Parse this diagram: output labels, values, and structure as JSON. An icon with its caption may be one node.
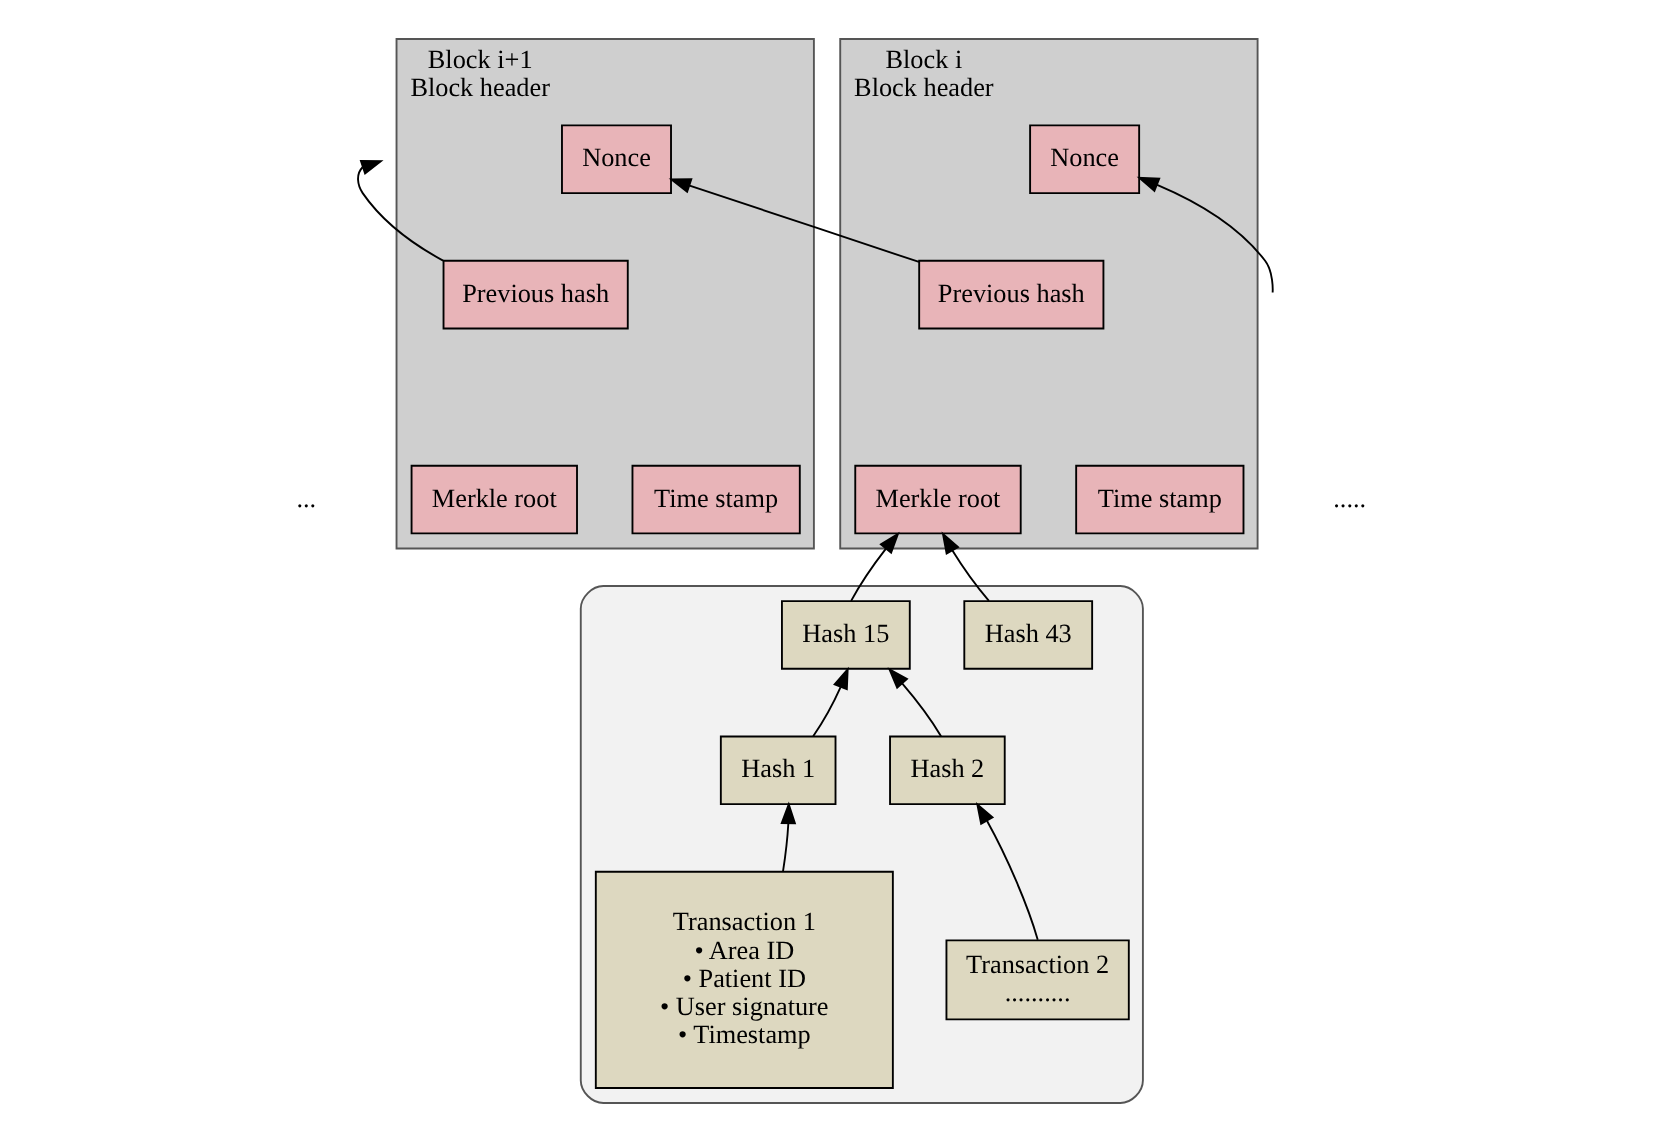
{
  "diagram": {
    "nodes": [
      {
        "text": [
          "Block i+1",
          "Block header"
        ]
      },
      {
        "text": [
          "Previous hash"
        ],
        "in": 0
      },
      {
        "text": [
          "Nonce"
        ],
        "in": 0
      },
      {
        "text": [
          "Merkle root"
        ],
        "in": 0
      },
      {
        "text": [
          "Time stamp"
        ],
        "in": 0
      },
      {
        "text": [
          "Block i",
          "Block header"
        ]
      },
      {
        "text": [
          "Previous hash"
        ],
        "in": 5
      },
      {
        "text": [
          "Nonce"
        ],
        "in": 5
      },
      {
        "text": [
          "Merkle root"
        ],
        "in": 5
      },
      {
        "text": [
          "Time stamp"
        ],
        "in": 5
      },
      {
        "text": [],
        "shape": "box"
      },
      {
        "text": [
          "Hash 15"
        ],
        "in": 10
      },
      {
        "text": [
          "Hash 43"
        ],
        "in": 10
      },
      {
        "text": [
          "Hash 1"
        ],
        "in": 10
      },
      {
        "text": [
          "Hash 2"
        ],
        "in": 10
      },
      {
        "text": [
          "Transaction 1",
          "• Area ID",
          "• Patient ID",
          "• User signature",
          "• Timestamp"
        ],
        "in": 10
      },
      {
        "text": [
          "Transaction 2",
          ".........."
        ],
        "in": 10
      }
    ],
    "edges": [
      {
        "from": 1,
        "to": null,
        "arrow": "to"
      },
      {
        "from": 6,
        "to": 2,
        "arrow": "to"
      },
      {
        "from": null,
        "to": 7,
        "arrow": "to"
      },
      {
        "from": 11,
        "to": 8,
        "arrow": "to"
      },
      {
        "from": 12,
        "to": 8,
        "arrow": "to"
      },
      {
        "from": 13,
        "to": 11,
        "arrow": "to"
      },
      {
        "from": 14,
        "to": 11,
        "arrow": "to"
      },
      {
        "from": 15,
        "to": 13,
        "arrow": "to"
      },
      {
        "from": 16,
        "to": 14,
        "arrow": "to"
      }
    ],
    "labels": [
      "...",
      "....."
    ]
  }
}
